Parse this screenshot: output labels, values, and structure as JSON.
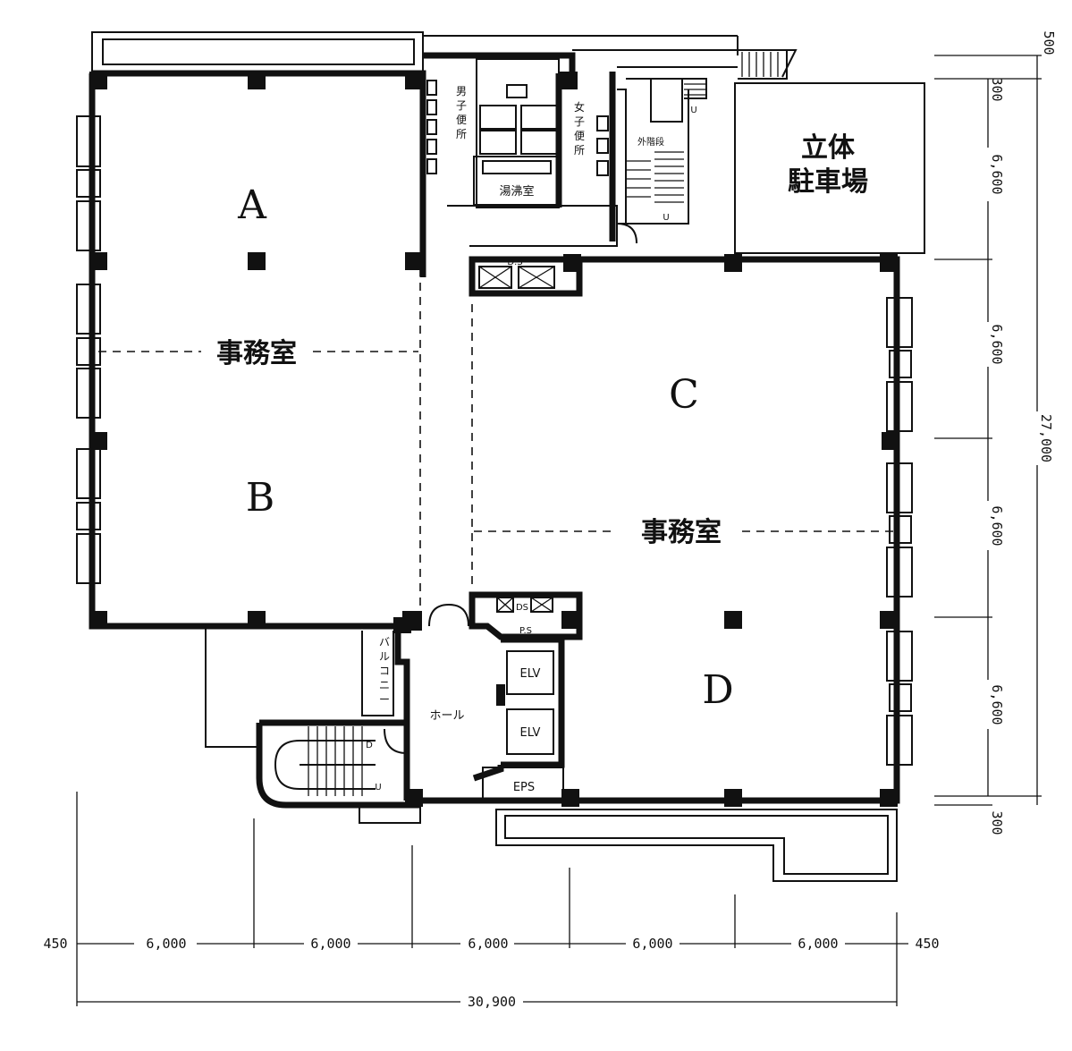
{
  "rooms": {
    "a": "A",
    "b": "B",
    "c": "C",
    "d": "D",
    "office_left": "事務室",
    "office_right": "事務室"
  },
  "facilities": {
    "parking_line1": "立体",
    "parking_line2": "駐車場",
    "mens_toilet": "男子便所",
    "womens_toilet": "女子便所",
    "janitor": "湯沸室",
    "outer_stair": "外階段",
    "hall": "ホール",
    "balcony": "バルコニー",
    "elv1": "ELV",
    "elv2": "ELV",
    "ps": "P.S",
    "eps": "EPS",
    "ds_top": "D.S",
    "ds_mid": "DS",
    "stair_up_1": "U",
    "stair_up_2": "U",
    "stair_up_3": "U",
    "stair_d": "D"
  },
  "dimensions": {
    "bottom": [
      "450",
      "6,000",
      "6,000",
      "6,000",
      "6,000",
      "6,000",
      "450"
    ],
    "bottom_total": "30,900",
    "right": [
      "500",
      "300",
      "6,600",
      "6,600",
      "6,600",
      "6,600",
      "300"
    ],
    "right_total": "27,000"
  }
}
